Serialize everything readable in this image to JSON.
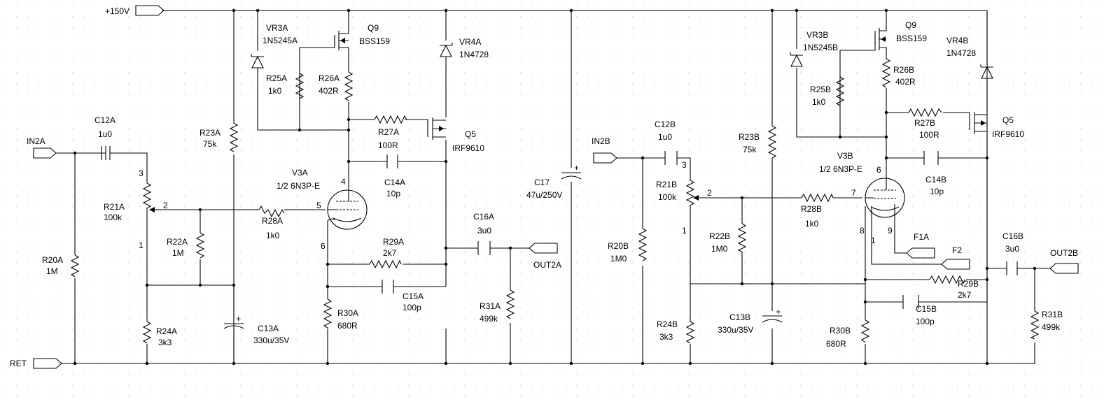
{
  "nets": {
    "supply": "+150V",
    "in_a": "IN2A",
    "in_b": "IN2B",
    "ret": "RET",
    "out_a": "OUT2A",
    "out_b": "OUT2B",
    "f1a": "F1A",
    "f2": "F2"
  },
  "parts": {
    "VR3A": [
      "VR3A",
      "1N5245A"
    ],
    "Q9A": [
      "Q9",
      "BSS159"
    ],
    "VR4A": [
      "VR4A",
      "1N4728"
    ],
    "R25A": [
      "R25A",
      "1k0"
    ],
    "R26A": [
      "R26A",
      "402R"
    ],
    "R27A": [
      "R27A",
      "100R"
    ],
    "Q5A": [
      "Q5",
      "IRF9610"
    ],
    "C12A": [
      "C12A",
      "1u0"
    ],
    "R23A": [
      "R23A",
      "75k"
    ],
    "V3A": [
      "V3A",
      "1/2 6N3P-E"
    ],
    "C14A": [
      "C14A",
      "10p"
    ],
    "R21A": [
      "R21A",
      "100k"
    ],
    "R28A": [
      "R28A",
      "1k0"
    ],
    "R22A": [
      "R22A",
      "1M"
    ],
    "R20A": [
      "R20A",
      "1M"
    ],
    "R29A": [
      "R29A",
      "2k7"
    ],
    "C15A": [
      "C15A",
      "100p"
    ],
    "C16A": [
      "C16A",
      "3u0"
    ],
    "R31A": [
      "R31A",
      "499k"
    ],
    "C13A": [
      "C13A",
      "330u/35V"
    ],
    "R24A": [
      "R24A",
      "3k3"
    ],
    "R30A": [
      "R30A",
      "680R"
    ],
    "C17": [
      "C17",
      "47u/250V"
    ],
    "VR3B": [
      "VR3B",
      "1N5245B"
    ],
    "Q9B": [
      "Q9",
      "BSS159"
    ],
    "VR4B": [
      "VR4B",
      "1N4728"
    ],
    "R26B": [
      "R26B",
      "402R"
    ],
    "R25B": [
      "R25B",
      "1k0"
    ],
    "R27B": [
      "R27B",
      "100R"
    ],
    "Q5B": [
      "Q5",
      "IRF9610"
    ],
    "C12B": [
      "C12B",
      "1u0"
    ],
    "R23B": [
      "R23B",
      "75k"
    ],
    "V3B": [
      "V3B",
      "1/2 6N3P-E"
    ],
    "C14B": [
      "C14B",
      "10p"
    ],
    "R21B": [
      "R21B",
      "100k"
    ],
    "R28B": [
      "R28B",
      "1k0"
    ],
    "R22B": [
      "R22B",
      "1M0"
    ],
    "R20B": [
      "R20B",
      "1M0"
    ],
    "R29B": [
      "R29B",
      "2k7"
    ],
    "C15B": [
      "C15B",
      "100p"
    ],
    "C16B": [
      "C16B",
      "3u0"
    ],
    "R31B": [
      "R31B",
      "499k"
    ],
    "C13B": [
      "C13B",
      "330u/35V"
    ],
    "R24B": [
      "R24B",
      "3k3"
    ],
    "R30B": [
      "R30B",
      "680R"
    ]
  },
  "pins": {
    "p1": "1",
    "p2": "2",
    "p3": "3",
    "p4": "4",
    "p5": "5",
    "p6": "6",
    "p7": "7",
    "p8": "8",
    "p9": "9"
  }
}
